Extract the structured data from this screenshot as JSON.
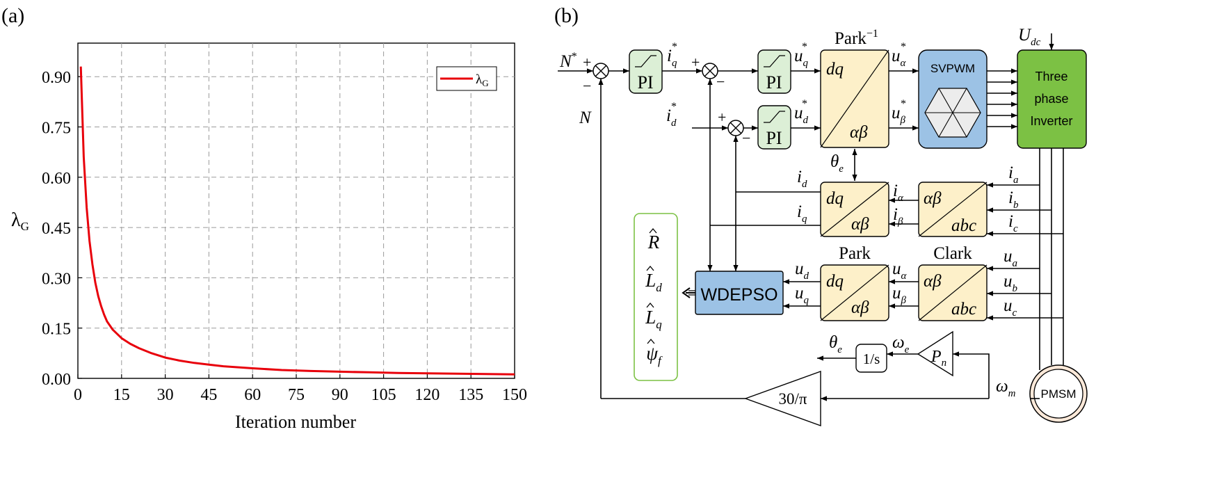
{
  "panel_a": {
    "label": "(a)",
    "chart_data": {
      "type": "line",
      "xlabel": "Iteration number",
      "ylabel": "λ",
      "ylabel_sub": "G",
      "xlim": [
        0,
        150
      ],
      "ylim": [
        0,
        1.0
      ],
      "xticks": [
        "0",
        "15",
        "30",
        "45",
        "60",
        "75",
        "90",
        "105",
        "120",
        "135",
        "150"
      ],
      "yticks": [
        "0.00",
        "0.15",
        "0.30",
        "0.45",
        "0.60",
        "0.75",
        "0.90"
      ],
      "grid": true,
      "legend_position": "top-right",
      "series": [
        {
          "name": "λ",
          "name_sub": "G",
          "color": "#e8000b",
          "x": [
            1,
            2,
            3,
            4,
            5,
            6,
            7,
            8,
            9,
            10,
            12,
            15,
            18,
            21,
            25,
            30,
            35,
            40,
            45,
            50,
            60,
            70,
            80,
            90,
            100,
            110,
            120,
            130,
            140,
            150
          ],
          "y": [
            0.93,
            0.66,
            0.51,
            0.41,
            0.34,
            0.285,
            0.245,
            0.215,
            0.19,
            0.17,
            0.145,
            0.12,
            0.103,
            0.09,
            0.076,
            0.062,
            0.053,
            0.046,
            0.041,
            0.036,
            0.03,
            0.025,
            0.022,
            0.02,
            0.018,
            0.016,
            0.015,
            0.014,
            0.013,
            0.012
          ]
        }
      ]
    }
  },
  "panel_b": {
    "label": "(b)",
    "blocks": {
      "pi": "PI",
      "park_inv_title": "Park",
      "park_inv_sup": "−1",
      "dq": "dq",
      "ab": "αβ",
      "abc": "abc",
      "svpwm": "SVPWM",
      "inverter": [
        "Three",
        "phase",
        "Inverter"
      ],
      "park_title": "Park",
      "clark_title": "Clark",
      "wdepso": "WDEPSO",
      "integrator": "1/s",
      "pn": "P",
      "pn_sub": "n",
      "gain": "30/π",
      "pmsm": "PMSM"
    },
    "signals": {
      "N_star": "N",
      "N": "N",
      "iq_star": "i",
      "id_star": "i",
      "uq_star": "u",
      "ud_star": "u",
      "ualpha_star": "u",
      "ubeta_star": "u",
      "Udc": "U",
      "Udc_sub": "dc",
      "theta_e": "θ",
      "id": "i",
      "iq": "i",
      "ialpha": "i",
      "ibeta": "i",
      "ia": "i",
      "ib": "i",
      "ic": "i",
      "ud": "u",
      "uq": "u",
      "ualpha": "u",
      "ubeta": "u",
      "ua": "u",
      "ub": "u",
      "uc": "u",
      "omega_e": "ω",
      "omega_m": "ω",
      "plus": "+",
      "minus": "−"
    },
    "estimates": [
      "R",
      "L",
      "L",
      "ψ"
    ],
    "estimate_subs": [
      "",
      "d",
      "q",
      "f"
    ],
    "colors": {
      "pi_fill": "#dcefd6",
      "park_fill": "#fdf0c9",
      "svpwm_fill": "#9cc2e5",
      "inverter_fill": "#7cc144",
      "wdepso_fill": "#9cc2e5",
      "estimate_border": "#7cc144",
      "pmsm_fill": "#fde9d9"
    }
  }
}
